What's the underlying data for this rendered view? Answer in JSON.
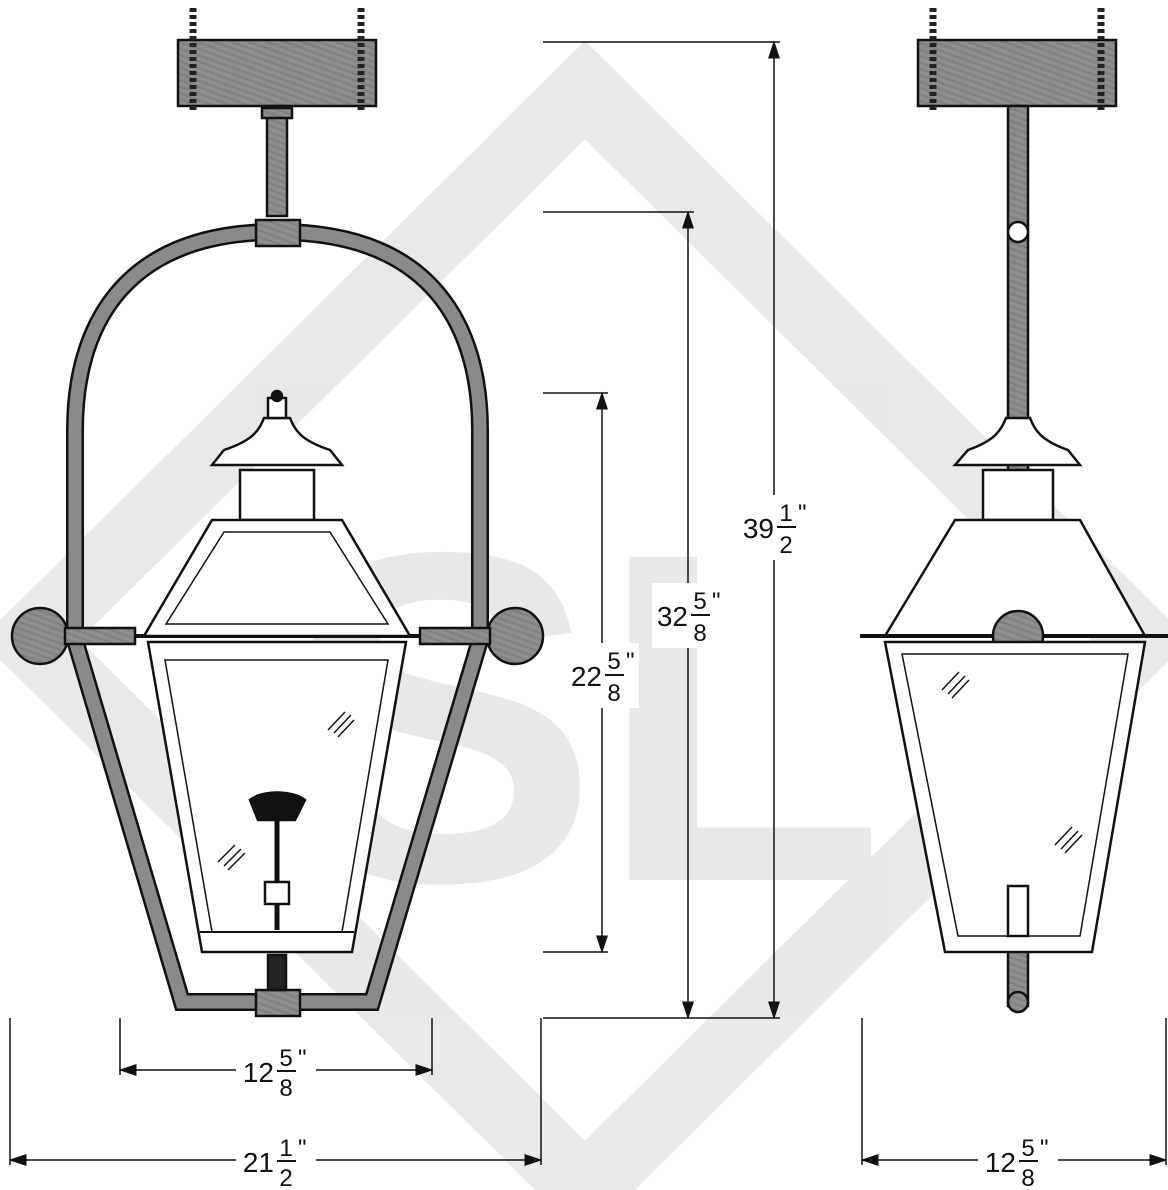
{
  "drawing": {
    "watermark": "SL",
    "front_view": {
      "overall_width": {
        "whole": "21",
        "num": "1",
        "den": "2",
        "unit": "\""
      },
      "body_width": {
        "whole": "12",
        "num": "5",
        "den": "8",
        "unit": "\""
      }
    },
    "side_view": {
      "body_depth": {
        "whole": "12",
        "num": "5",
        "den": "8",
        "unit": "\""
      }
    },
    "heights": {
      "overall": {
        "whole": "39",
        "num": "1",
        "den": "2",
        "unit": "\""
      },
      "yoke": {
        "whole": "32",
        "num": "5",
        "den": "8",
        "unit": "\""
      },
      "body": {
        "whole": "22",
        "num": "5",
        "den": "8",
        "unit": "\""
      }
    }
  }
}
